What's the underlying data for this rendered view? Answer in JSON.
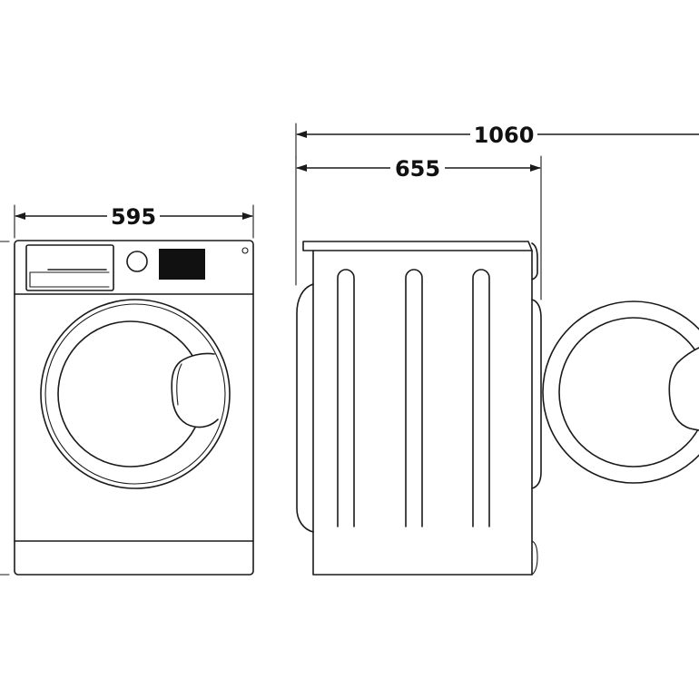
{
  "dimensions": {
    "front_width": "595",
    "side_depth": "655",
    "depth_door_open": "1060"
  },
  "icons": {
    "arrowhead": "arrowhead-icon"
  },
  "colors": {
    "line": "#1a1a1a",
    "background": "#ffffff"
  }
}
